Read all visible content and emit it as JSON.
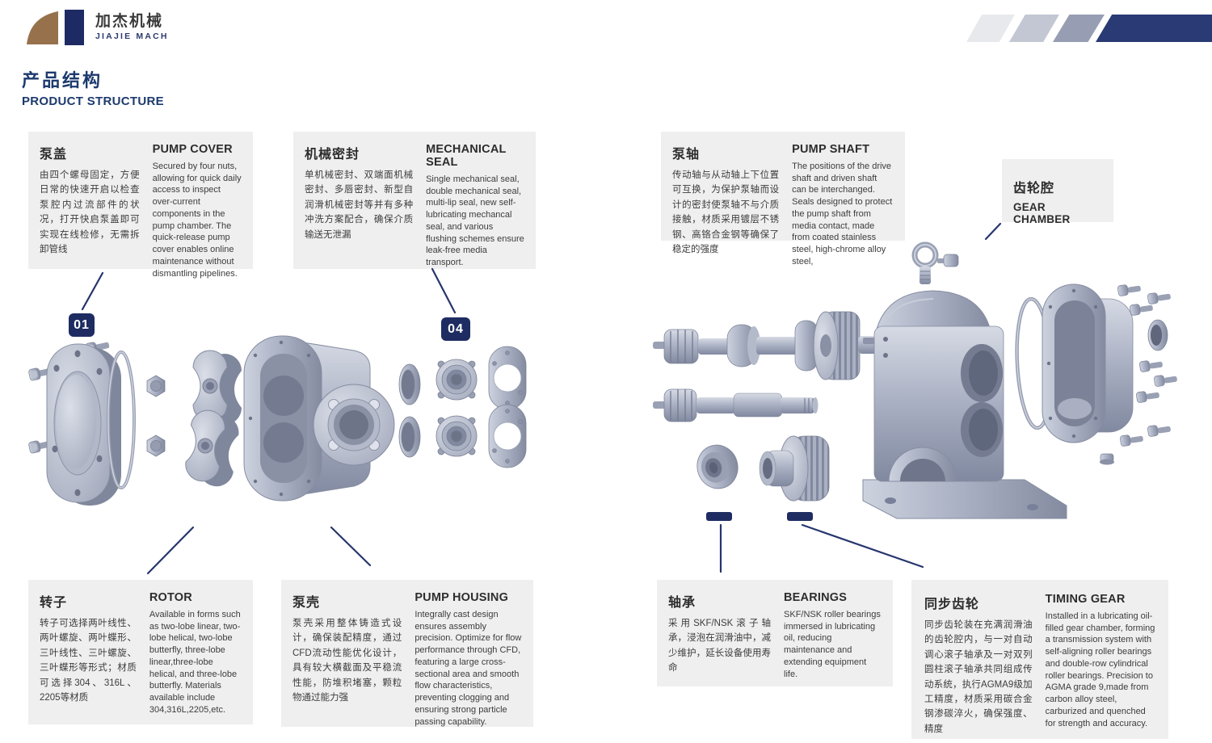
{
  "brand": {
    "logo_cn": "加杰机械",
    "logo_en": "JIAJIE MACH"
  },
  "heading": {
    "cn": "产品结构",
    "en": "PRODUCT STRUCTURE"
  },
  "badges": {
    "b01": "01",
    "b04": "04"
  },
  "callouts": {
    "pump_cover": {
      "cn_title": "泵盖",
      "cn_body": "由四个螺母固定，方便日常的快速开启以检查泵腔内过流部件的状况，打开快启泵盖即可实现在线检修，无需拆卸管线",
      "en_title": "PUMP COVER",
      "en_body": "Secured by four nuts, allowing for quick daily access to inspect over-current components in the pump chamber. The quick-release pump cover enables online maintenance without dismantling pipelines."
    },
    "mechanical_seal": {
      "cn_title": "机械密封",
      "cn_body": "单机械密封、双端面机械密封、多唇密封、新型自润滑机械密封等并有多种冲洗方案配合，确保介质输送无泄漏",
      "en_title": "MECHANICAL SEAL",
      "en_body": "Single mechanical seal, double mechanical seal, multi-lip seal, new self-lubricating mechancal seal, and various flushing schemes ensure leak-free media transport."
    },
    "pump_shaft": {
      "cn_title": "泵轴",
      "cn_body": "传动轴与从动轴上下位置可互换，为保护泵轴而设计的密封使泵轴不与介质接触，材质采用镀层不锈钢、高铬合金钢等确保了稳定的强度",
      "en_title": "PUMP SHAFT",
      "en_body": "The positions of the drive shaft and driven shaft can be interchanged. Seals designed to protect the pump shaft from media contact, made from coated stainless steel, high-chrome alloy steel,"
    },
    "gear_chamber": {
      "cn_title": "齿轮腔",
      "en_title": "GEAR CHAMBER"
    },
    "rotor": {
      "cn_title": "转子",
      "cn_body": "转子可选择两叶线性、两叶螺旋、两叶蝶形、三叶线性、三叶螺旋、三叶蝶形等形式；材质可选择304、316L、2205等材质",
      "en_title": "ROTOR",
      "en_body": "Available in forms such as two-lobe linear, two-lobe helical, two-lobe butterfly, three-lobe linear,three-lobe helical, and three-lobe butterfly. Materials available include 304,316L,2205,etc."
    },
    "pump_housing": {
      "cn_title": "泵壳",
      "cn_body": "泵壳采用整体铸造式设计，确保装配精度，通过CFD流动性能优化设计，具有较大横截面及平稳流性能，防堆积堵塞，颗粒物通过能力强",
      "en_title": "PUMP HOUSING",
      "en_body": "Integrally cast design ensures assembly precision. Optimize for flow performance through CFD, featuring a large cross-sectional area and smooth flow characteristics, preventing clogging and ensuring strong particle passing capability."
    },
    "bearings": {
      "cn_title": "轴承",
      "cn_body": "采用SKF/NSK滚子轴承，浸泡在润滑油中，减少维护，延长设备使用寿命",
      "en_title": "BEARINGS",
      "en_body": "SKF/NSK roller bearings immersed in lubricating oil, reducing maintenance and extending equipment life."
    },
    "timing_gear": {
      "cn_title": "同步齿轮",
      "cn_body": "同步齿轮装在充满润滑油的齿轮腔内，与一对自动调心滚子轴承及一对双列圆柱滚子轴承共同组成传动系统，执行AGMA9级加工精度，材质采用碳合金钢渗碳淬火，确保强度、精度",
      "en_title": "TIMING GEAR",
      "en_body": "Installed in a lubricating oil-filled gear chamber, forming a transmission system with self-aligning roller bearings and double-row cylindrical roller bearings. Precision to AGMA grade 9,made from carbon alloy steel, carburized and quenched for strength and accuracy."
    }
  },
  "colors": {
    "accent_navy": "#24336b",
    "callout_bg": "#efefef",
    "logo_brown": "#96714b",
    "logo_navy": "#1e2a63",
    "stripe_light": "#e8e9ed",
    "stripe_mid": "#c3c7d3",
    "stripe_dark": "#979eb3",
    "stripe_navy": "#293a74"
  }
}
